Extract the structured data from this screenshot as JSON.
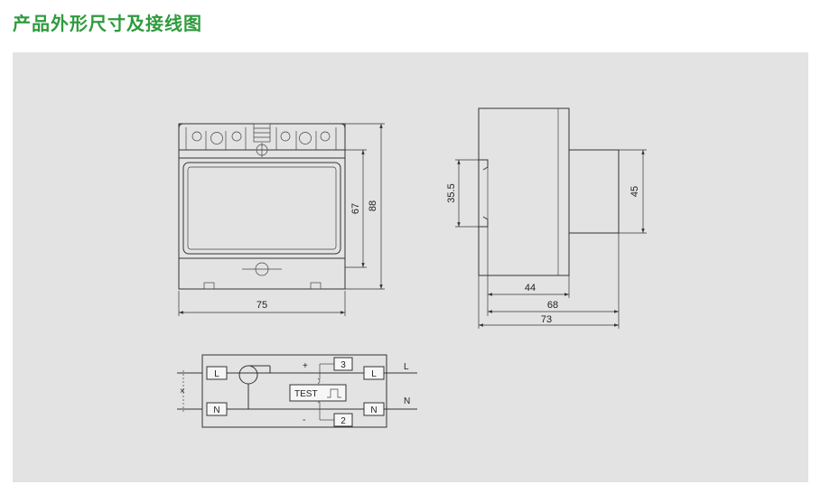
{
  "title": "产品外形尺寸及接线图",
  "front_view": {
    "width": "75",
    "height_window": "67",
    "height_total": "88"
  },
  "side_view": {
    "rail_height": "35.5",
    "body_height": "45",
    "depth_1": "44",
    "depth_2": "68",
    "depth_3": "73"
  },
  "wiring": {
    "terminal_L_in": "L",
    "terminal_N_in": "N",
    "terminal_L_out": "L",
    "terminal_N_out": "N",
    "line_L": "L",
    "line_N": "N",
    "pulse_plus_terminal": "3",
    "pulse_minus_terminal": "2",
    "plus_sign": "+",
    "minus_sign": "-",
    "test_label": "TEST"
  },
  "colors": {
    "title": "#2e9b3d",
    "panel": "#e3e3e3"
  }
}
